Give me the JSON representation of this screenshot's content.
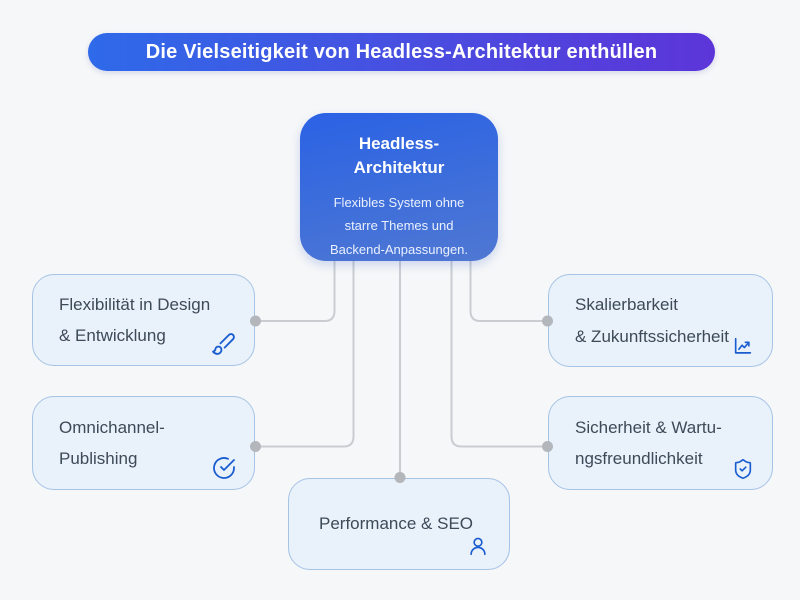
{
  "banner": {
    "title": "Die Vielseitigkeit von Headless-Architektur enthüllen"
  },
  "center_node": {
    "title": "Headless-\nArchitektur",
    "description": "Flexibles System ohne\nstarre Themes und\nBackend-Anpassungen."
  },
  "nodes": [
    {
      "id": "flexibility",
      "label": "Flexibilität in Design\n& Entwicklung",
      "icon": "paintbrush-icon"
    },
    {
      "id": "scalability",
      "label": "Skalierbarkeit\n& Zukunftssicherheit",
      "icon": "trend-chart-icon"
    },
    {
      "id": "omnichannel",
      "label": "Omnichannel-\nPublishing",
      "icon": "check-circle-icon"
    },
    {
      "id": "security",
      "label": "Sicherheit & Wartu-\nngsfreundlichkeit",
      "icon": "shield-check-icon"
    },
    {
      "id": "performance",
      "label": "Performance & SEO",
      "icon": "user-icon"
    }
  ],
  "colors": {
    "background": "#f6f7f8",
    "banner_gradient_start": "#2e6ae9",
    "banner_gradient_end": "#5c35d8",
    "center_node_gradient_start": "#2b62e5",
    "center_node_gradient_end": "#5078d3",
    "leaf_background": "#e9f1fb",
    "leaf_border": "#a6c3e6",
    "leaf_text": "#3d4a57",
    "icon_blue": "#1a5dd0",
    "connector_line": "#c9cdd2",
    "connector_dot": "#b3b7bc"
  }
}
